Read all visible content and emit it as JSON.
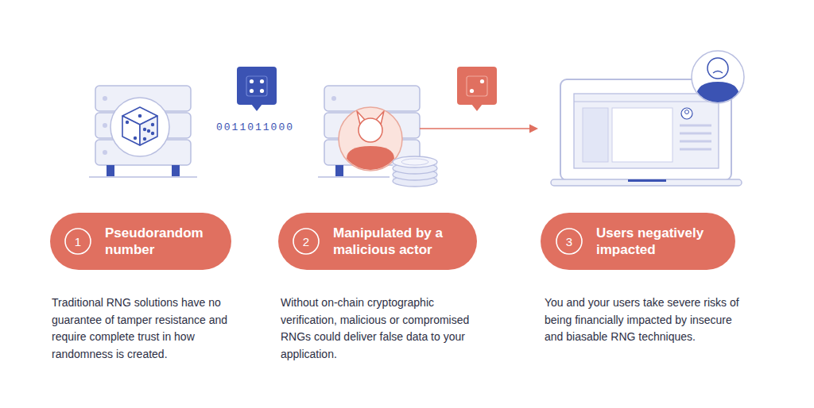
{
  "diagram": {
    "nodes": [
      {
        "text": [
          "Pseudorandom number"
        ]
      },
      {
        "text": [
          "1"
        ],
        "in": 0
      },
      {
        "text": [
          "Manipulated by a malicious actor"
        ]
      },
      {
        "text": [
          "2"
        ],
        "in": 2
      },
      {
        "text": [
          "Users negatively impacted"
        ]
      },
      {
        "text": [
          "3"
        ],
        "in": 4
      }
    ],
    "labels": [
      "0011011000",
      "Traditional RNG solutions have no guarantee of tamper resistance and require complete trust in how randomness is created.",
      "Without on-chain cryptographic verification, malicious or compromised RNGs could deliver false data to your application.",
      "You and your users take severe risks of being financially impacted by insecure and biasable RNG techniques."
    ]
  }
}
